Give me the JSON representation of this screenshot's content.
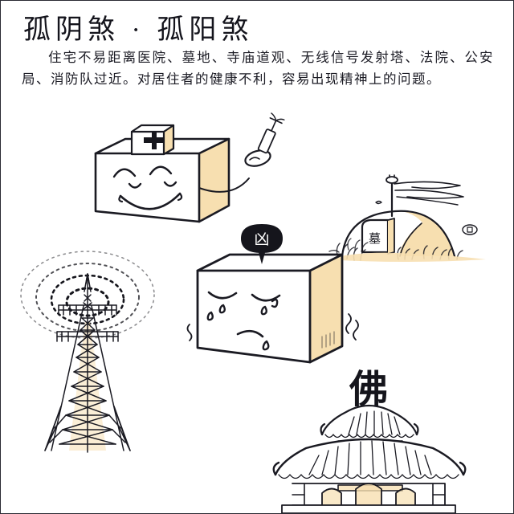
{
  "page": {
    "title": "孤阴煞 · 孤阳煞",
    "body": "住宅不易距离医院、墓地、寺庙道观、无线信号发射塔、法院、公安局、消防队过近。对居住者的健康不利，容易出现精神上的问题。",
    "background_color": "#ffffff",
    "border_color": "#2a2a33",
    "ink_color": "#1a1a22",
    "accent_color": "#f7dfb0",
    "accent_light_color": "#fbf0d8"
  },
  "illustrations": {
    "hospital": {
      "label": "hospital-building",
      "sign_symbol": "+",
      "expression": "smiling",
      "prop": "syringe"
    },
    "grave": {
      "label": "grave-mound",
      "tombstone_text": "墓",
      "prop": "funeral-banner"
    },
    "tower": {
      "label": "signal-transmission-tower",
      "wave_rings": 4
    },
    "sad_house": {
      "label": "worried-house",
      "marker_text": "凶",
      "expression": "crying"
    },
    "temple": {
      "label": "buddhist-temple",
      "sign_text": "佛",
      "door_count": 3
    }
  }
}
